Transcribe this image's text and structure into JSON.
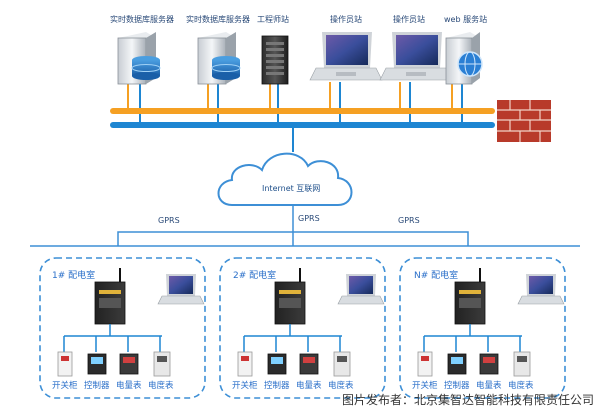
{
  "top_devices": [
    {
      "label": "实时数据库服务器",
      "icon": "database-server-icon"
    },
    {
      "label": "实时数据库服务器",
      "icon": "database-server-icon"
    },
    {
      "label": "工程师站",
      "icon": "tower-server-icon"
    },
    {
      "label": "操作员站",
      "icon": "laptop-icon"
    },
    {
      "label": "操作员站",
      "icon": "laptop-icon"
    },
    {
      "label": "web 服务站",
      "icon": "web-server-icon"
    }
  ],
  "cloud": {
    "label": "Internet 互联网"
  },
  "gprs_labels": [
    "GPRS",
    "GPRS",
    "GPRS"
  ],
  "rooms": [
    {
      "title": "1# 配电室"
    },
    {
      "title": "2# 配电室"
    },
    {
      "title": "N# 配电室"
    }
  ],
  "room_devices": [
    "开关柜",
    "控制器",
    "电量表",
    "电度表"
  ],
  "caption": "图片发布者：北京集智达智能科技有限责任公司",
  "colors": {
    "bus_orange": "#f5a023",
    "bus_blue": "#1e86d2",
    "firewall": "#b83a2a",
    "dashed": "#3d8fd6"
  }
}
